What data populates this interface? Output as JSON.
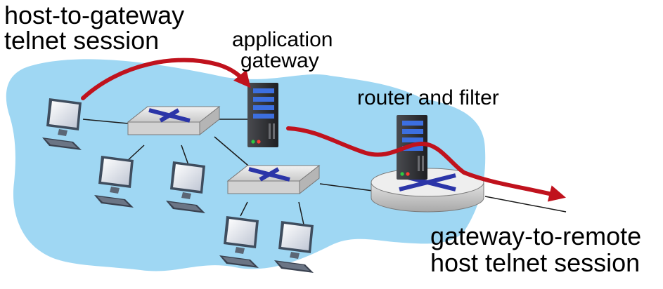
{
  "labels": {
    "host_to_gateway_line1": "host-to-gateway",
    "host_to_gateway_line2": "telnet session",
    "application_gateway_line1": "application",
    "application_gateway_line2": "gateway",
    "router_and_filter": "router and filter",
    "gateway_to_remote_line1": "gateway-to-remote",
    "gateway_to_remote_line2": "host telnet session"
  },
  "colors": {
    "network_cloud": "#9fd7f3",
    "session_arrow": "#c0121d",
    "switch_arrows": "#2b35a8",
    "server_body": "#2e2f33",
    "server_bays": "#3c6fe0"
  }
}
